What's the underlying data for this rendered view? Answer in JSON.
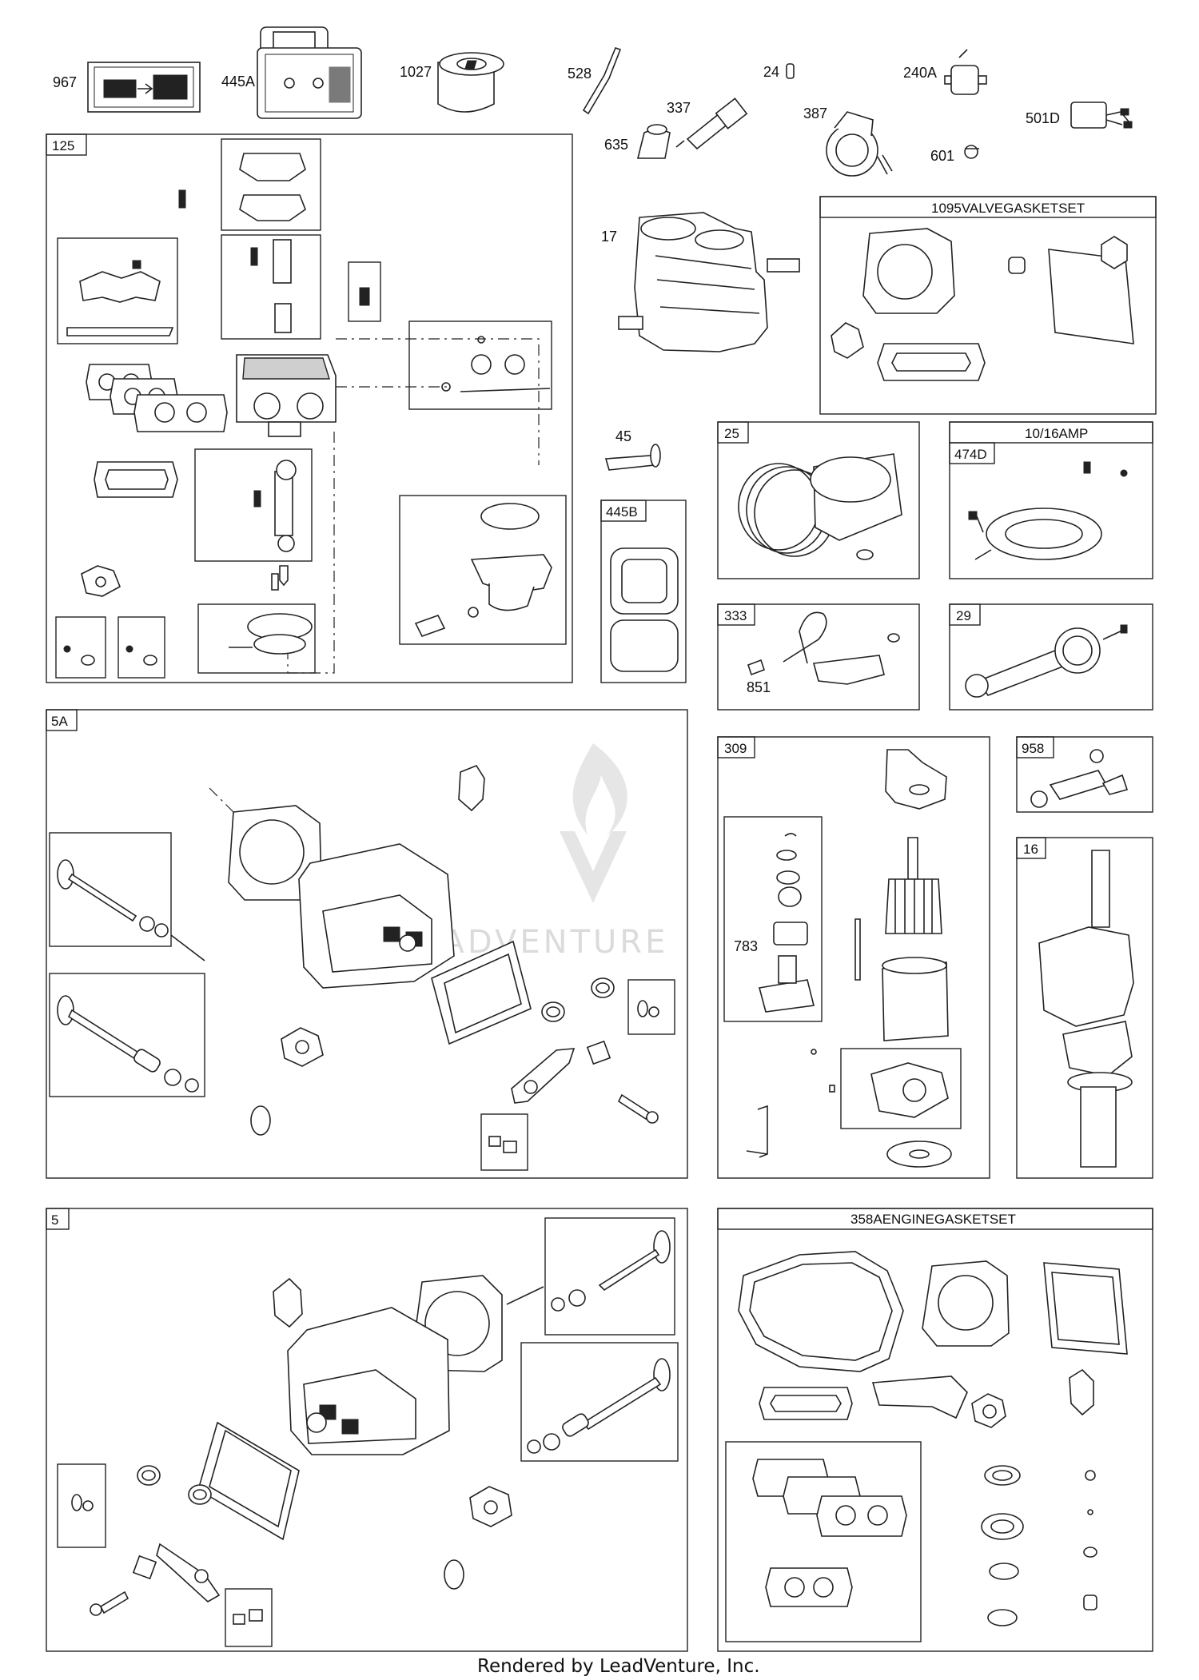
{
  "labels": {
    "967": "967",
    "445A": "445A",
    "1027": "1027",
    "528": "528",
    "24": "24",
    "240A": "240A",
    "501D": "501D",
    "635": "635",
    "337": "337",
    "387": "387",
    "601": "601",
    "125": "125",
    "17": "17",
    "1095": "1095VALVEGASKETSET",
    "45": "45",
    "25": "25",
    "amp": "10/16AMP",
    "474D": "474D",
    "445B": "445B",
    "333": "333",
    "851": "851",
    "29": "29",
    "5A": "5A",
    "309": "309",
    "958": "958",
    "16": "16",
    "783": "783",
    "5": "5",
    "358A": "358AENGINEGASKETSET"
  },
  "watermark": "LEADVENTURE",
  "footer": "Rendered by LeadVenture, Inc."
}
